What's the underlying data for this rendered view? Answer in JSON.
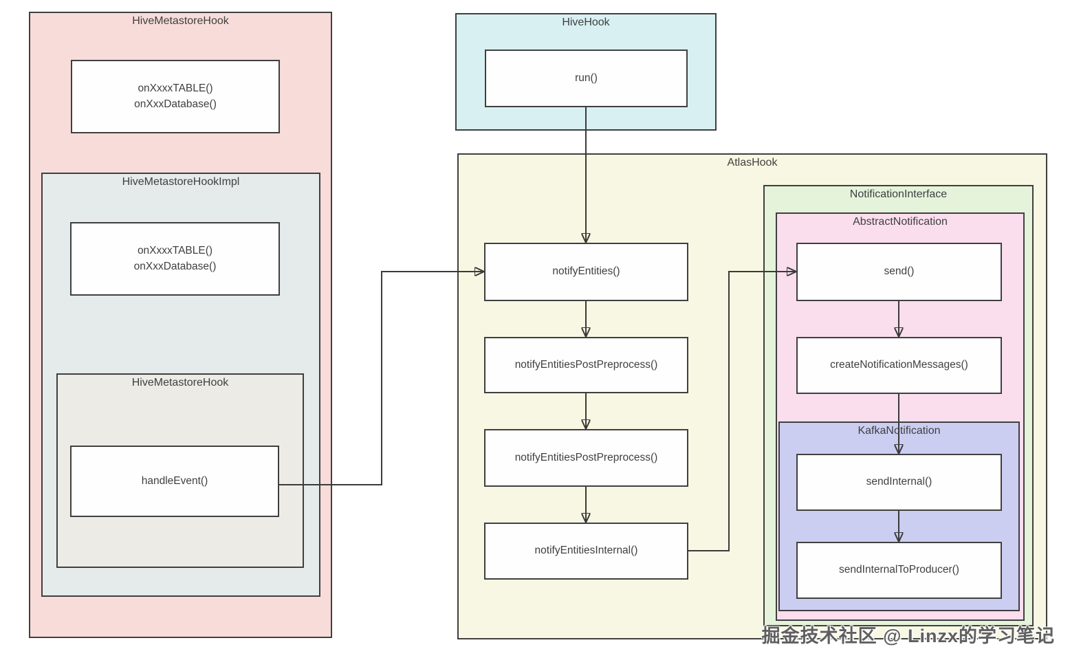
{
  "diagram": {
    "containers": {
      "hive_metastore_hook_outer": {
        "title": "HiveMetastoreHook"
      },
      "hive_metastore_hook_impl": {
        "title": "HiveMetastoreHookImpl"
      },
      "hive_metastore_hook_inner": {
        "title": "HiveMetastoreHook"
      },
      "hive_hook": {
        "title": "HiveHook"
      },
      "atlas_hook": {
        "title": "AtlasHook"
      },
      "notification_interface": {
        "title": "NotificationInterface"
      },
      "abstract_notification": {
        "title": "AbstractNotification"
      },
      "kafka_notification": {
        "title": "KafkaNotification"
      }
    },
    "nodes": {
      "metastore_methods_outer": {
        "line1": "onXxxxTABLE()",
        "line2": "onXxxDatabase()"
      },
      "metastore_methods_impl": {
        "line1": "onXxxxTABLE()",
        "line2": "onXxxDatabase()"
      },
      "handle_event": {
        "label": "handleEvent()"
      },
      "run": {
        "label": "run()"
      },
      "notify_entities": {
        "label": "notifyEntities()"
      },
      "notify_entities_post_preprocess_1": {
        "label": "notifyEntitiesPostPreprocess()"
      },
      "notify_entities_post_preprocess_2": {
        "label": "notifyEntitiesPostPreprocess()"
      },
      "notify_entities_internal": {
        "label": "notifyEntitiesInternal()"
      },
      "send": {
        "label": "send()"
      },
      "create_notification_messages": {
        "label": "createNotificationMessages()"
      },
      "send_internal": {
        "label": "sendInternal()"
      },
      "send_internal_to_producer": {
        "label": "sendInternalToProducer()"
      }
    },
    "colors": {
      "border": "#3f3f3f",
      "arrow": "#3a3a3a",
      "node_bg": "#fefefe",
      "hive_metastore_hook_outer_bg": "#f8dcda",
      "hive_metastore_hook_impl_bg": "#e5eaea",
      "hive_metastore_hook_inner_bg": "#edebe6",
      "hive_hook_bg": "#d8f0f2",
      "atlas_hook_bg": "#f8f7e3",
      "notification_interface_bg": "#e5f3db",
      "abstract_notification_bg": "#fadeee",
      "kafka_notification_bg": "#cbcdf1"
    },
    "watermark": "掘金技术社区 @ Linzx的学习笔记"
  }
}
